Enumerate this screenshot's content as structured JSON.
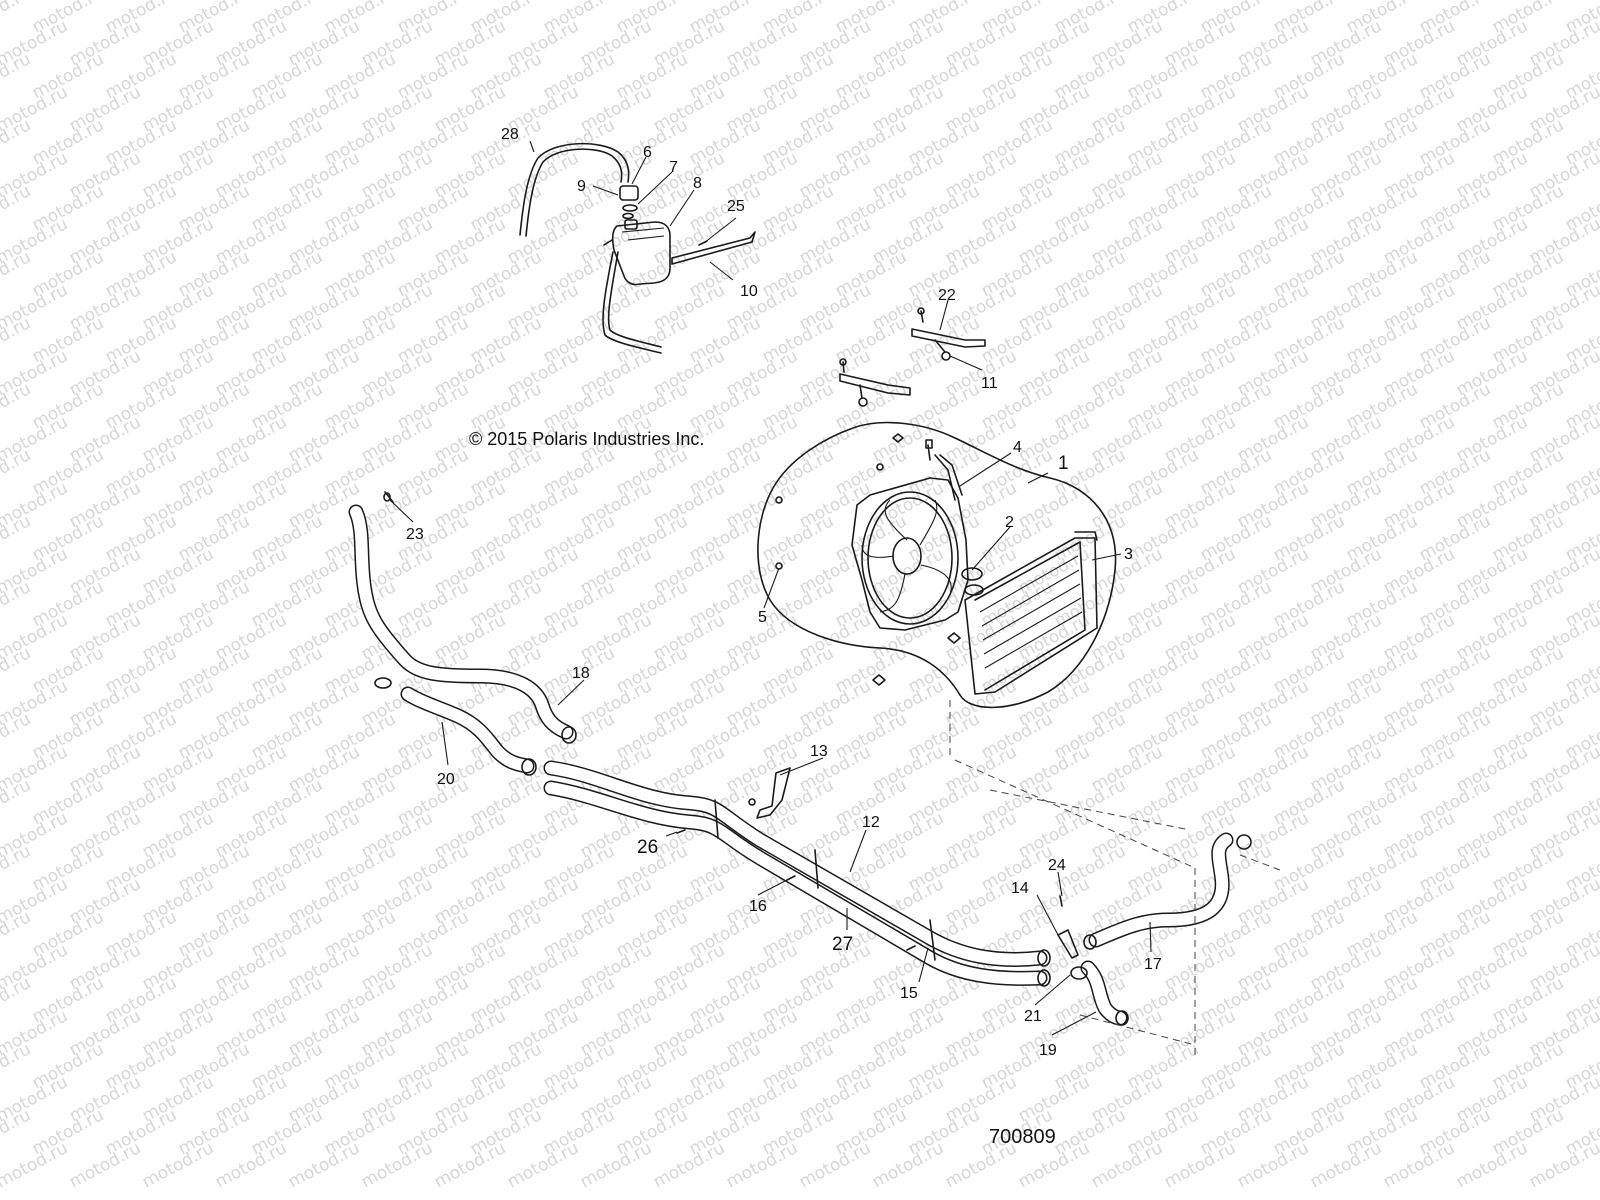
{
  "copyright": "© 2015 Polaris Industries Inc.",
  "diagram_number": "700809",
  "watermark": "motod.ru",
  "callouts": [
    "1",
    "2",
    "3",
    "4",
    "5",
    "6",
    "7",
    "8",
    "9",
    "10",
    "11",
    "12",
    "13",
    "14",
    "15",
    "16",
    "17",
    "18",
    "19",
    "20",
    "21",
    "22",
    "23",
    "24",
    "25",
    "26",
    "27",
    "28"
  ]
}
